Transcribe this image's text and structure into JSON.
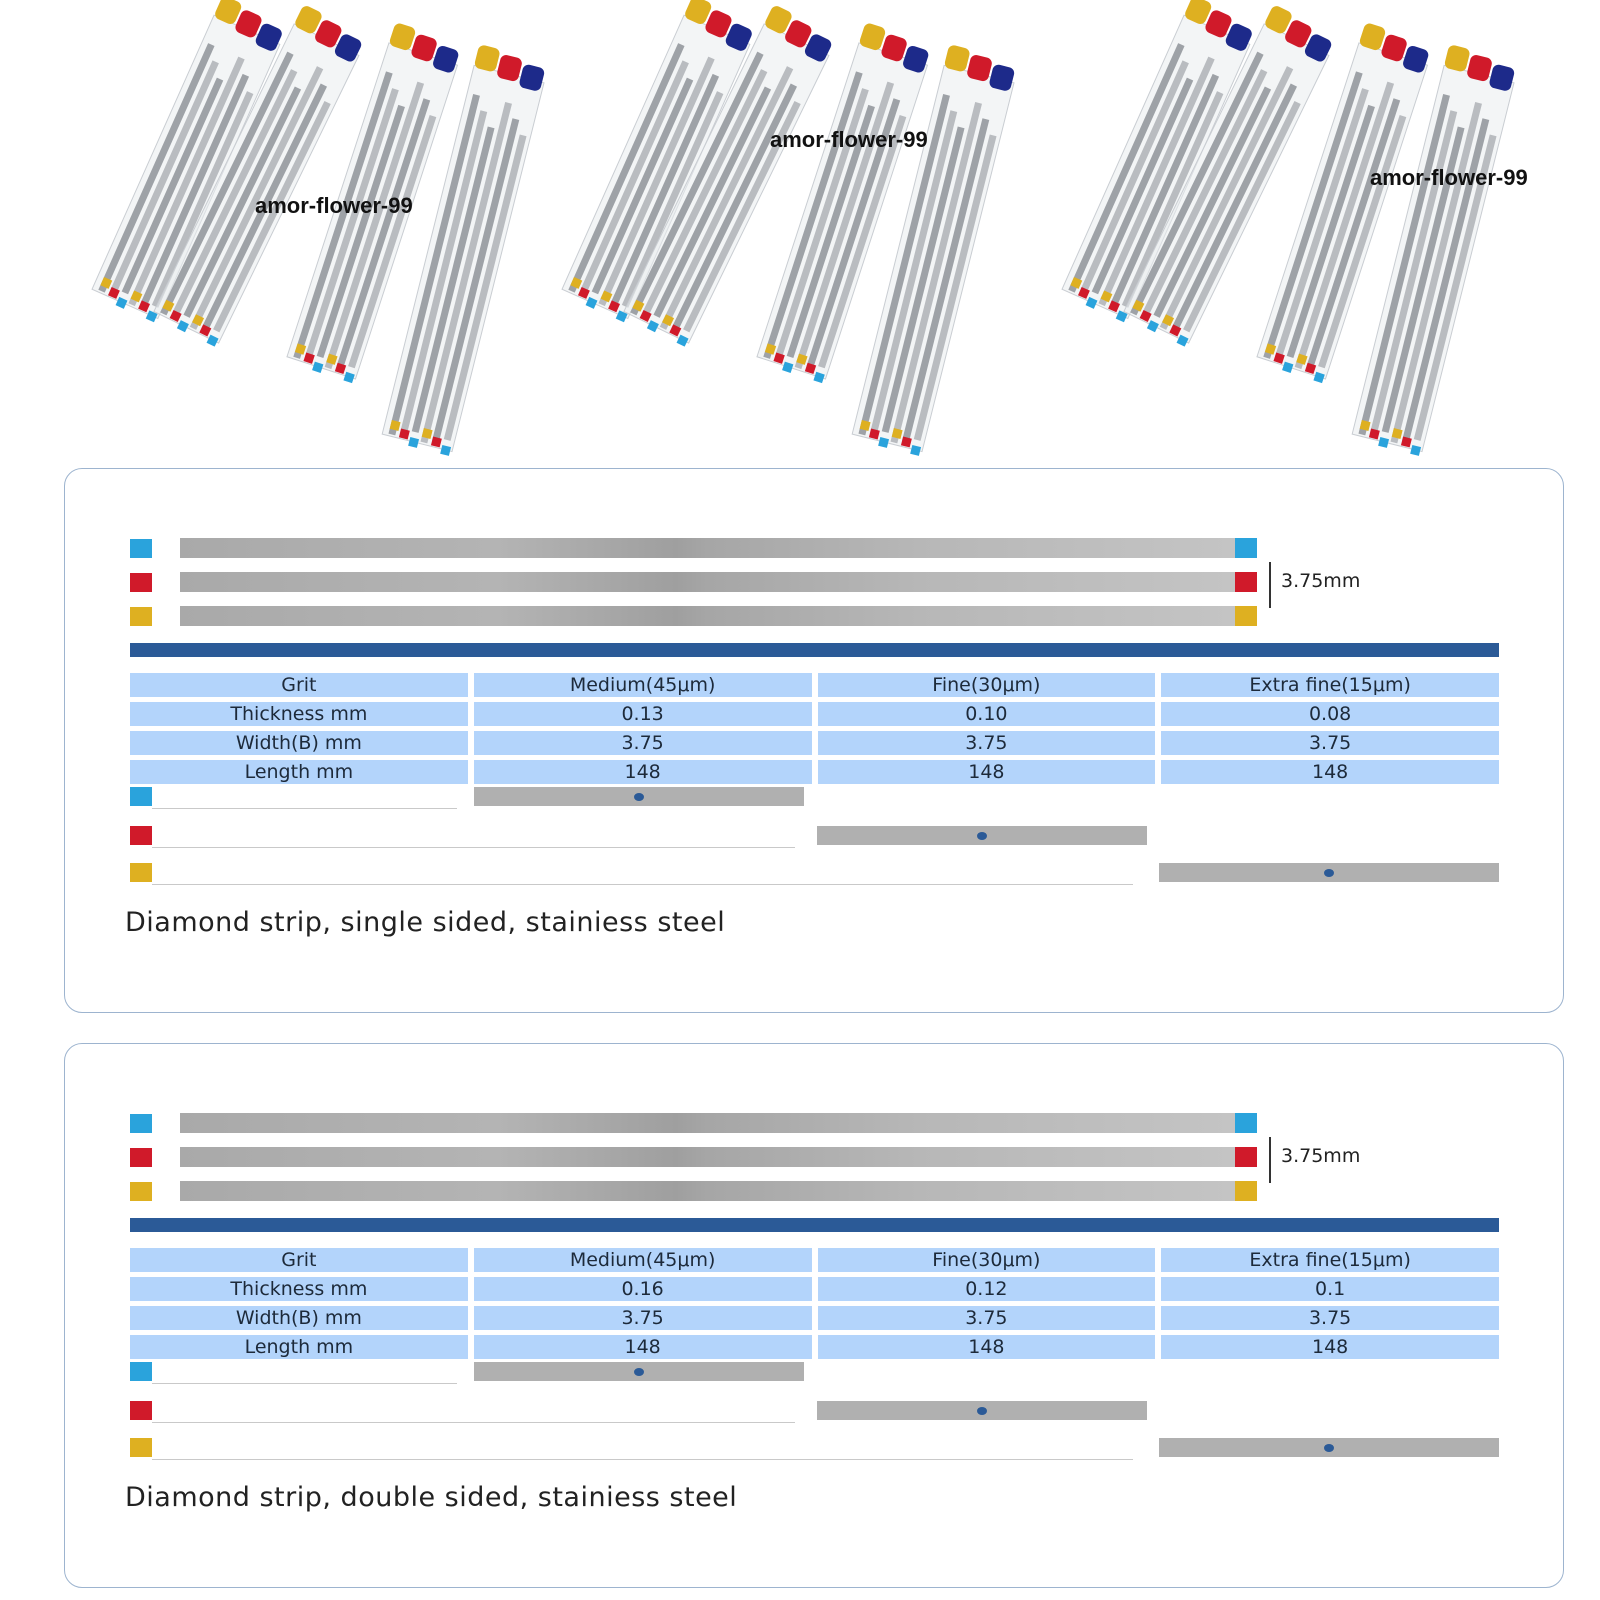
{
  "watermarks": [
    "amor-flower-99",
    "amor-flower-99",
    "amor-flower-99"
  ],
  "colors": {
    "blue": "#2aa3dc",
    "red": "#d01a2a",
    "yellow": "#deb021",
    "navy": "#1d2a8a",
    "table_cell": "#b3d4fb",
    "bar": "#2b5a97"
  },
  "cards": [
    {
      "dimension_label": "3.75mm",
      "table": {
        "rows": [
          [
            "Grit",
            "Medium(45μm)",
            "Fine(30μm)",
            "Extra fine(15μm)"
          ],
          [
            "Thickness mm",
            "0.13",
            "0.10",
            "0.08"
          ],
          [
            "Width(B) mm",
            "3.75",
            "3.75",
            "3.75"
          ],
          [
            "Length mm",
            "148",
            "148",
            "148"
          ]
        ]
      },
      "caption": "Diamond strip, single sided, stainiess steel"
    },
    {
      "dimension_label": "3.75mm",
      "table": {
        "rows": [
          [
            "Grit",
            "Medium(45μm)",
            "Fine(30μm)",
            "Extra fine(15μm)"
          ],
          [
            "Thickness mm",
            "0.16",
            "0.12",
            "0.1"
          ],
          [
            "Width(B) mm",
            "3.75",
            "3.75",
            "3.75"
          ],
          [
            "Length mm",
            "148",
            "148",
            "148"
          ]
        ]
      },
      "caption": "Diamond strip, double sided, stainiess steel"
    }
  ]
}
